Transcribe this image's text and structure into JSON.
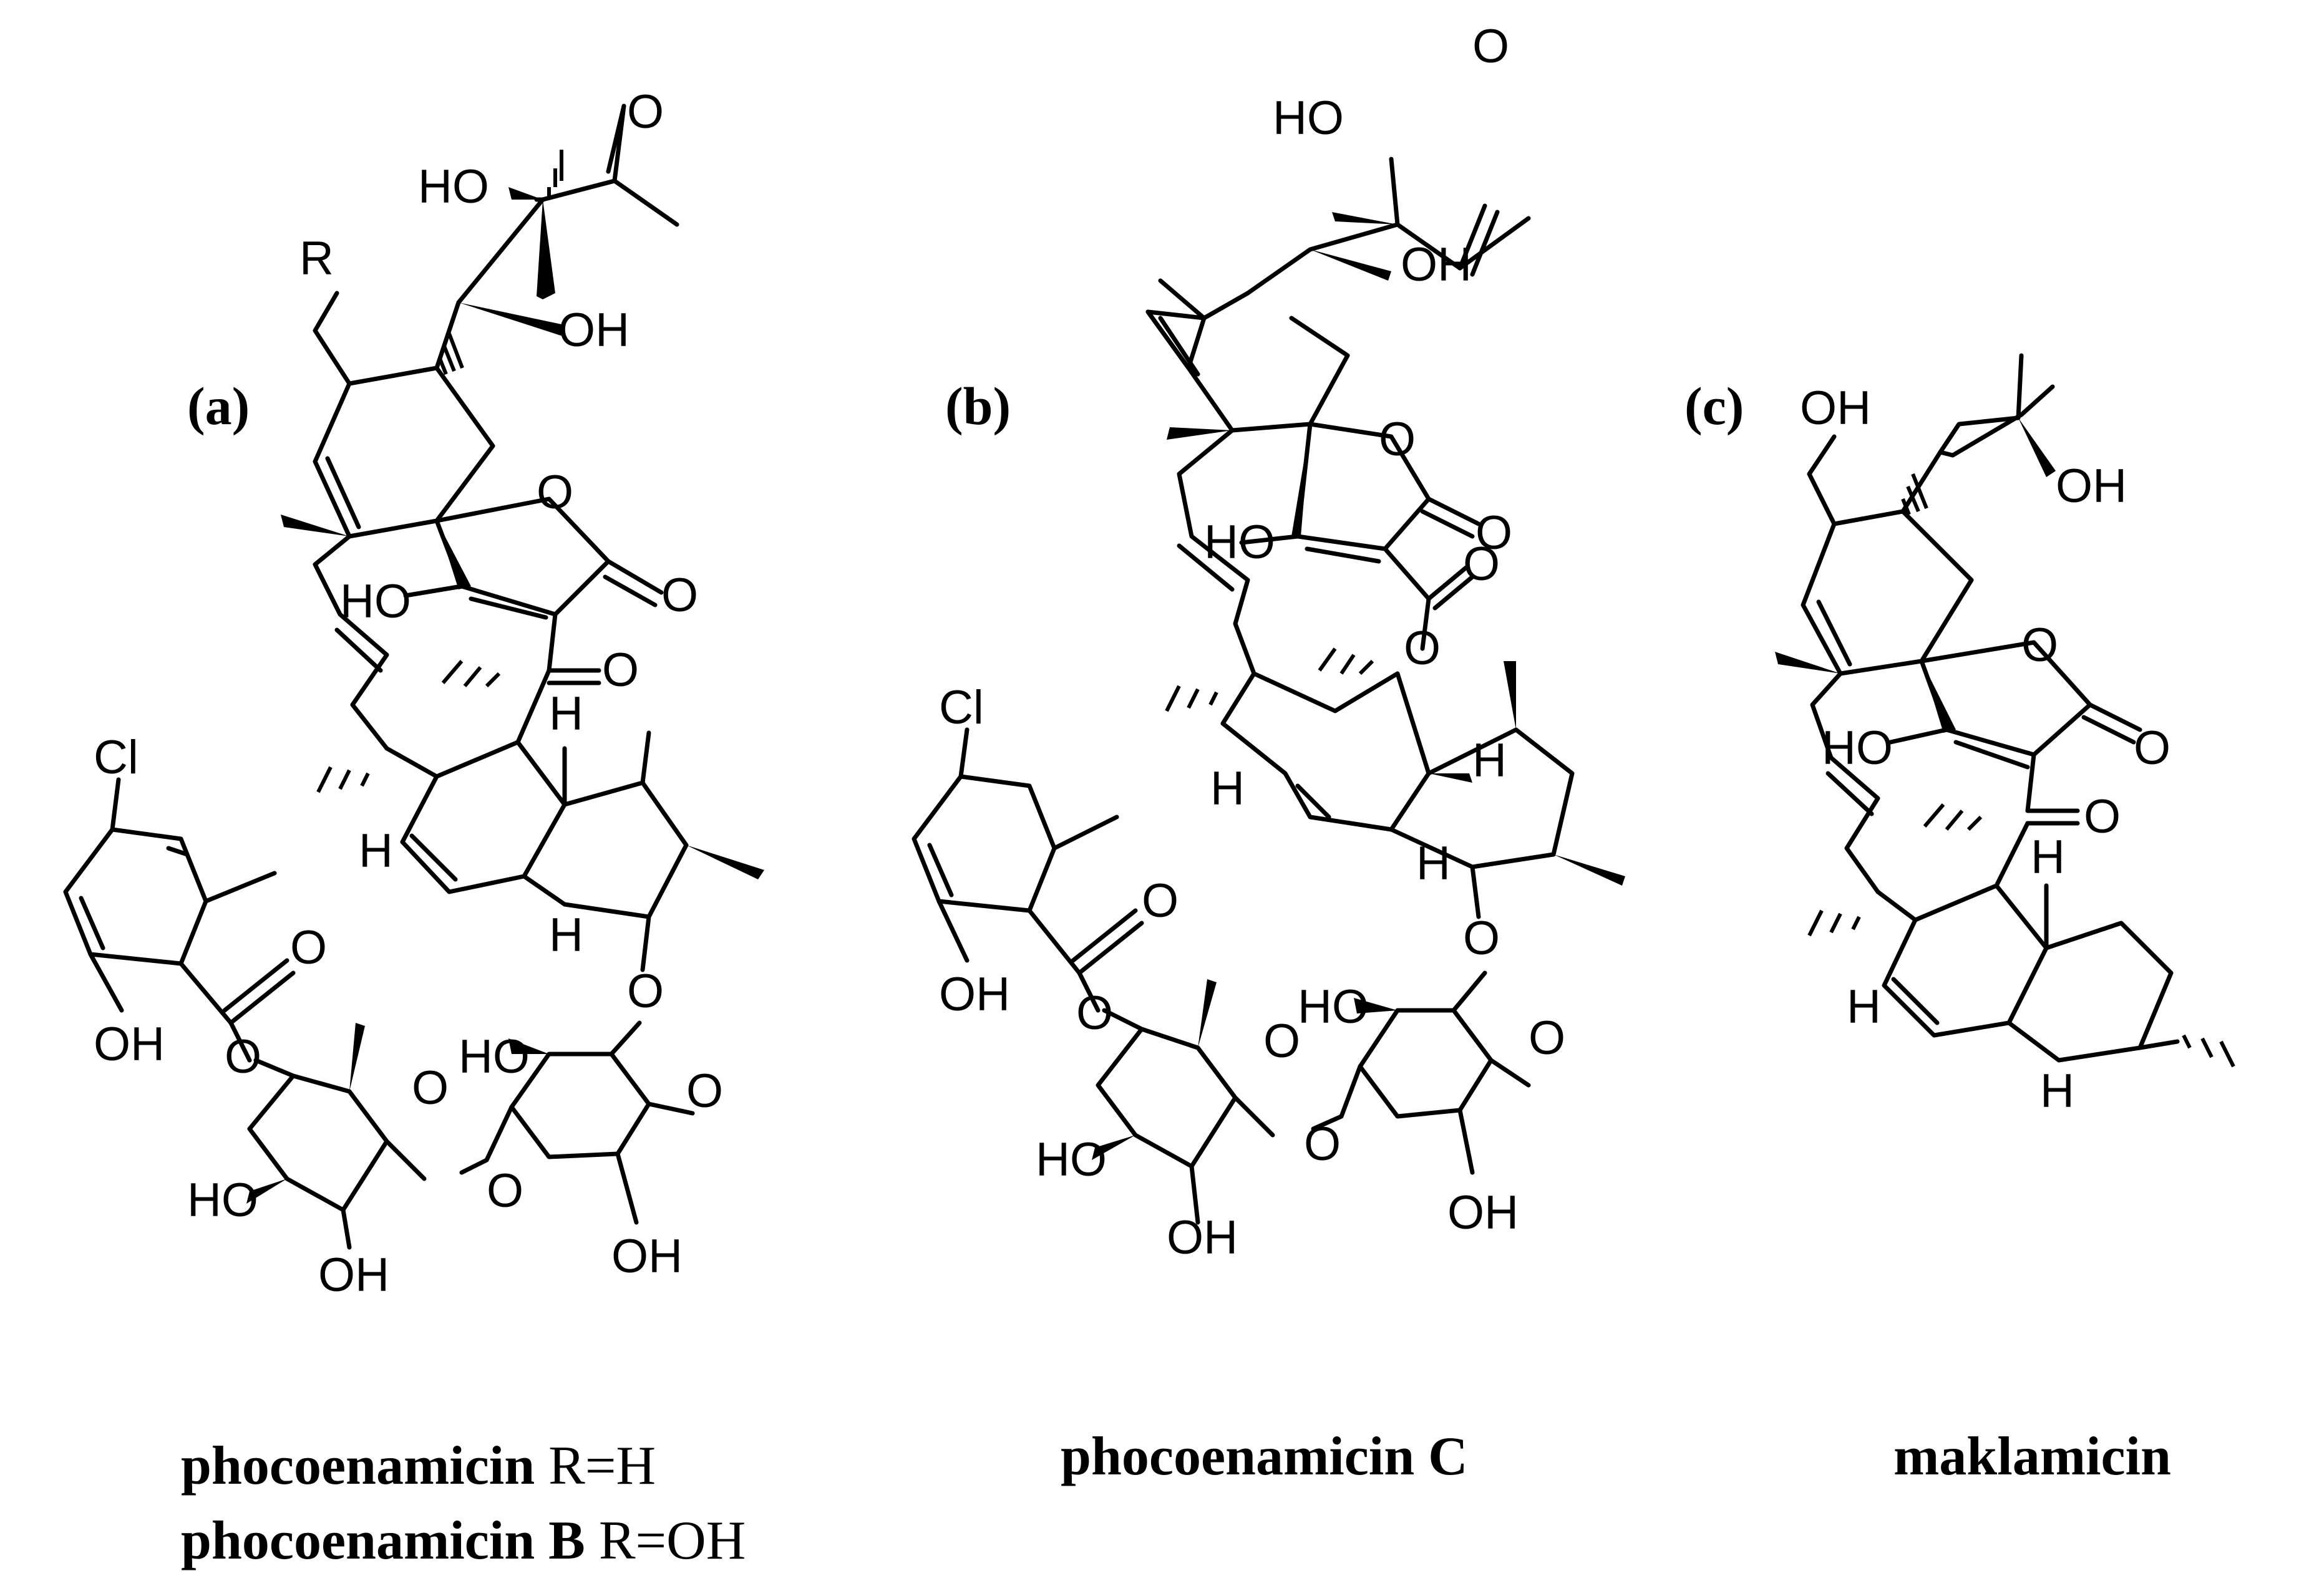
{
  "panels": [
    {
      "label": "(a)"
    },
    {
      "label": "(b)"
    },
    {
      "label": "(c)"
    }
  ],
  "captions": {
    "a_line1_name": "phocoenamicin",
    "a_line1_sub": "R=H",
    "a_line2_name": "phocoenamicin B",
    "a_line2_sub": "R=OH",
    "b_name": "phocoenamicin C",
    "c_name": "maklamicin"
  },
  "atoms": {
    "O": "O",
    "HO": "HO",
    "OH": "OH",
    "H": "H",
    "Cl": "Cl",
    "R": "R"
  }
}
